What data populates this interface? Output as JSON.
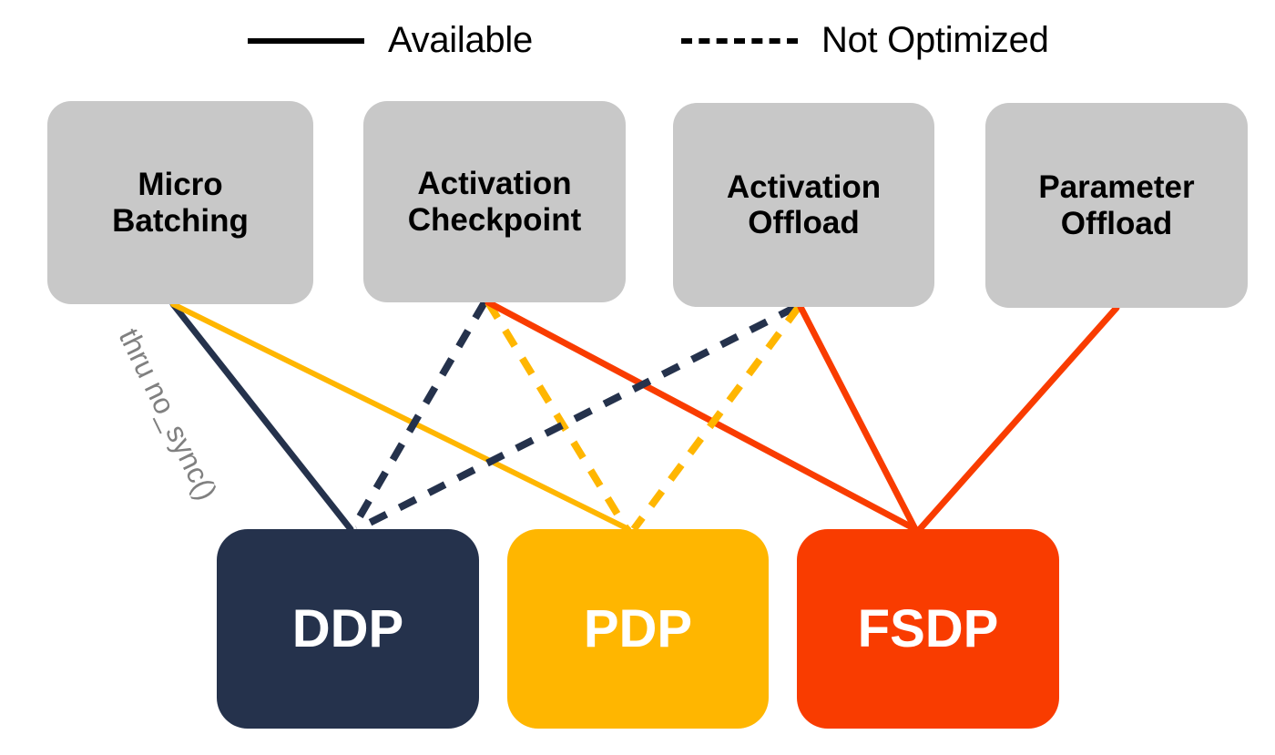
{
  "legend": {
    "items": [
      {
        "id": "available",
        "label": "Available",
        "style": "solid",
        "color": "#000000"
      },
      {
        "id": "not-optimized",
        "label": "Not Optimized",
        "style": "dashed",
        "color": "#000000"
      }
    ]
  },
  "features": [
    {
      "id": "micro-batching",
      "label": "Micro\nBatching",
      "color": "#c8c8c8"
    },
    {
      "id": "activation-checkpoint",
      "label": "Activation\nCheckpoint",
      "color": "#c8c8c8"
    },
    {
      "id": "activation-offload",
      "label": "Activation\nOffload",
      "color": "#c8c8c8"
    },
    {
      "id": "parameter-offload",
      "label": "Parameter\nOffload",
      "color": "#c8c8c8"
    }
  ],
  "strategies": [
    {
      "id": "ddp",
      "label": "DDP",
      "color": "#25324c"
    },
    {
      "id": "pdp",
      "label": "PDP",
      "color": "#ffb600"
    },
    {
      "id": "fsdp",
      "label": "FSDP",
      "color": "#f93c00"
    }
  ],
  "annotations": [
    {
      "id": "no-sync-note",
      "text": "thru no_sync()",
      "color": "#808080",
      "on_edge": "micro-batching -> ddp"
    }
  ],
  "connections": [
    {
      "from": "micro-batching",
      "to": "ddp",
      "style": "solid",
      "status": "Available",
      "color": "#25324c"
    },
    {
      "from": "micro-batching",
      "to": "pdp",
      "style": "solid",
      "status": "Available",
      "color": "#ffb600"
    },
    {
      "from": "activation-checkpoint",
      "to": "ddp",
      "style": "dashed",
      "status": "Not Optimized",
      "color": "#25324c"
    },
    {
      "from": "activation-checkpoint",
      "to": "pdp",
      "style": "dashed",
      "status": "Not Optimized",
      "color": "#ffb600"
    },
    {
      "from": "activation-checkpoint",
      "to": "fsdp",
      "style": "solid",
      "status": "Available",
      "color": "#f93c00"
    },
    {
      "from": "activation-offload",
      "to": "ddp",
      "style": "dashed",
      "status": "Not Optimized",
      "color": "#25324c"
    },
    {
      "from": "activation-offload",
      "to": "pdp",
      "style": "dashed",
      "status": "Not Optimized",
      "color": "#ffb600"
    },
    {
      "from": "activation-offload",
      "to": "fsdp",
      "style": "solid",
      "status": "Available",
      "color": "#f93c00"
    },
    {
      "from": "parameter-offload",
      "to": "fsdp",
      "style": "solid",
      "status": "Available",
      "color": "#f93c00"
    }
  ],
  "palette": {
    "background": "#ffffff",
    "feature_box": "#c8c8c8",
    "navy": "#25324c",
    "amber": "#ffb600",
    "red": "#f93c00",
    "annotation_gray": "#808080"
  }
}
